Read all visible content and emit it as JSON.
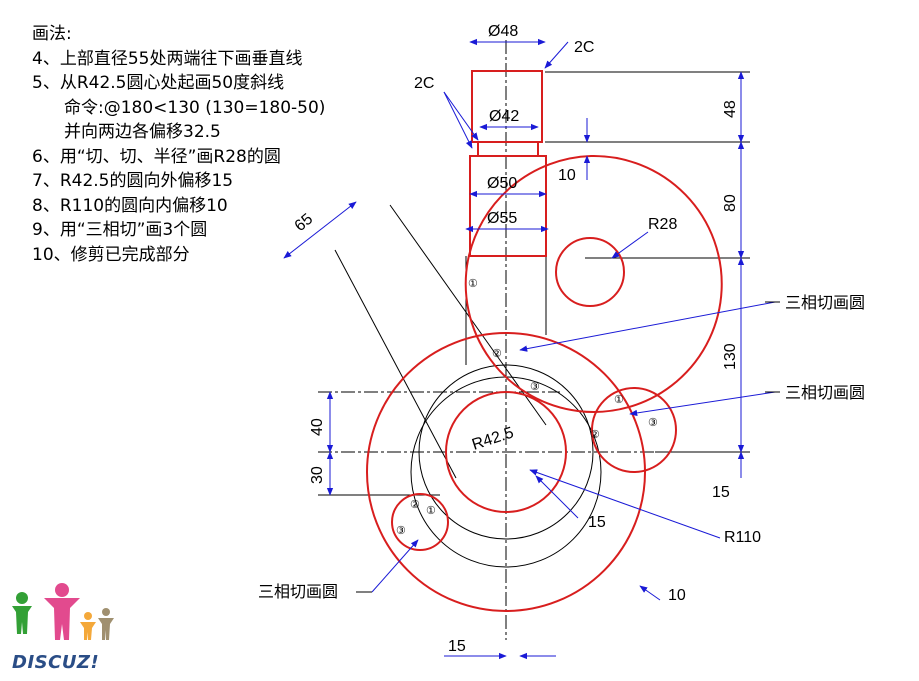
{
  "steps": {
    "title": "画法:",
    "items": [
      {
        "text": "4、上部直径55处两端往下画垂直线",
        "indent": false
      },
      {
        "text": "5、从R42.5圆心处起画50度斜线",
        "indent": false
      },
      {
        "text": "命令:@180<130 (130=180-50)",
        "indent": true
      },
      {
        "text": "并向两边各偏移32.5",
        "indent": true
      },
      {
        "text": "6、用“切、切、半径”画R28的圆",
        "indent": false
      },
      {
        "text": "7、R42.5的圆向外偏移15",
        "indent": false
      },
      {
        "text": "8、R110的圆向内偏移10",
        "indent": false
      },
      {
        "text": "9、用“三相切”画3个圆",
        "indent": false
      },
      {
        "text": "10、修剪已完成部分",
        "indent": false
      }
    ]
  },
  "dimensions": {
    "dia48": "Ø48",
    "chamfer_top": "2C",
    "chamfer_left": "2C",
    "dia42": "Ø42",
    "dia50": "Ø50",
    "dia55": "Ø55",
    "v48": "48",
    "v80": "80",
    "v130": "130",
    "v40": "40",
    "v30": "30",
    "v15_right": "15",
    "v10_small": "10",
    "r28": "R28",
    "r42_5": "R42.5",
    "r110": "R110",
    "offset15": "15",
    "offset10": "10",
    "bottom15": "15",
    "slant65": "65"
  },
  "callouts": {
    "tangent1": "三相切画圆",
    "tangent2": "三相切画圆",
    "tangent3": "三相切画圆"
  },
  "markers": {
    "m1": "①",
    "m2": "②",
    "m3": "③"
  },
  "logo": {
    "text": "DISCUZ!"
  },
  "colors": {
    "outline": "#d81e1e",
    "dimension": "#1a1ad6",
    "construction": "#000000"
  }
}
